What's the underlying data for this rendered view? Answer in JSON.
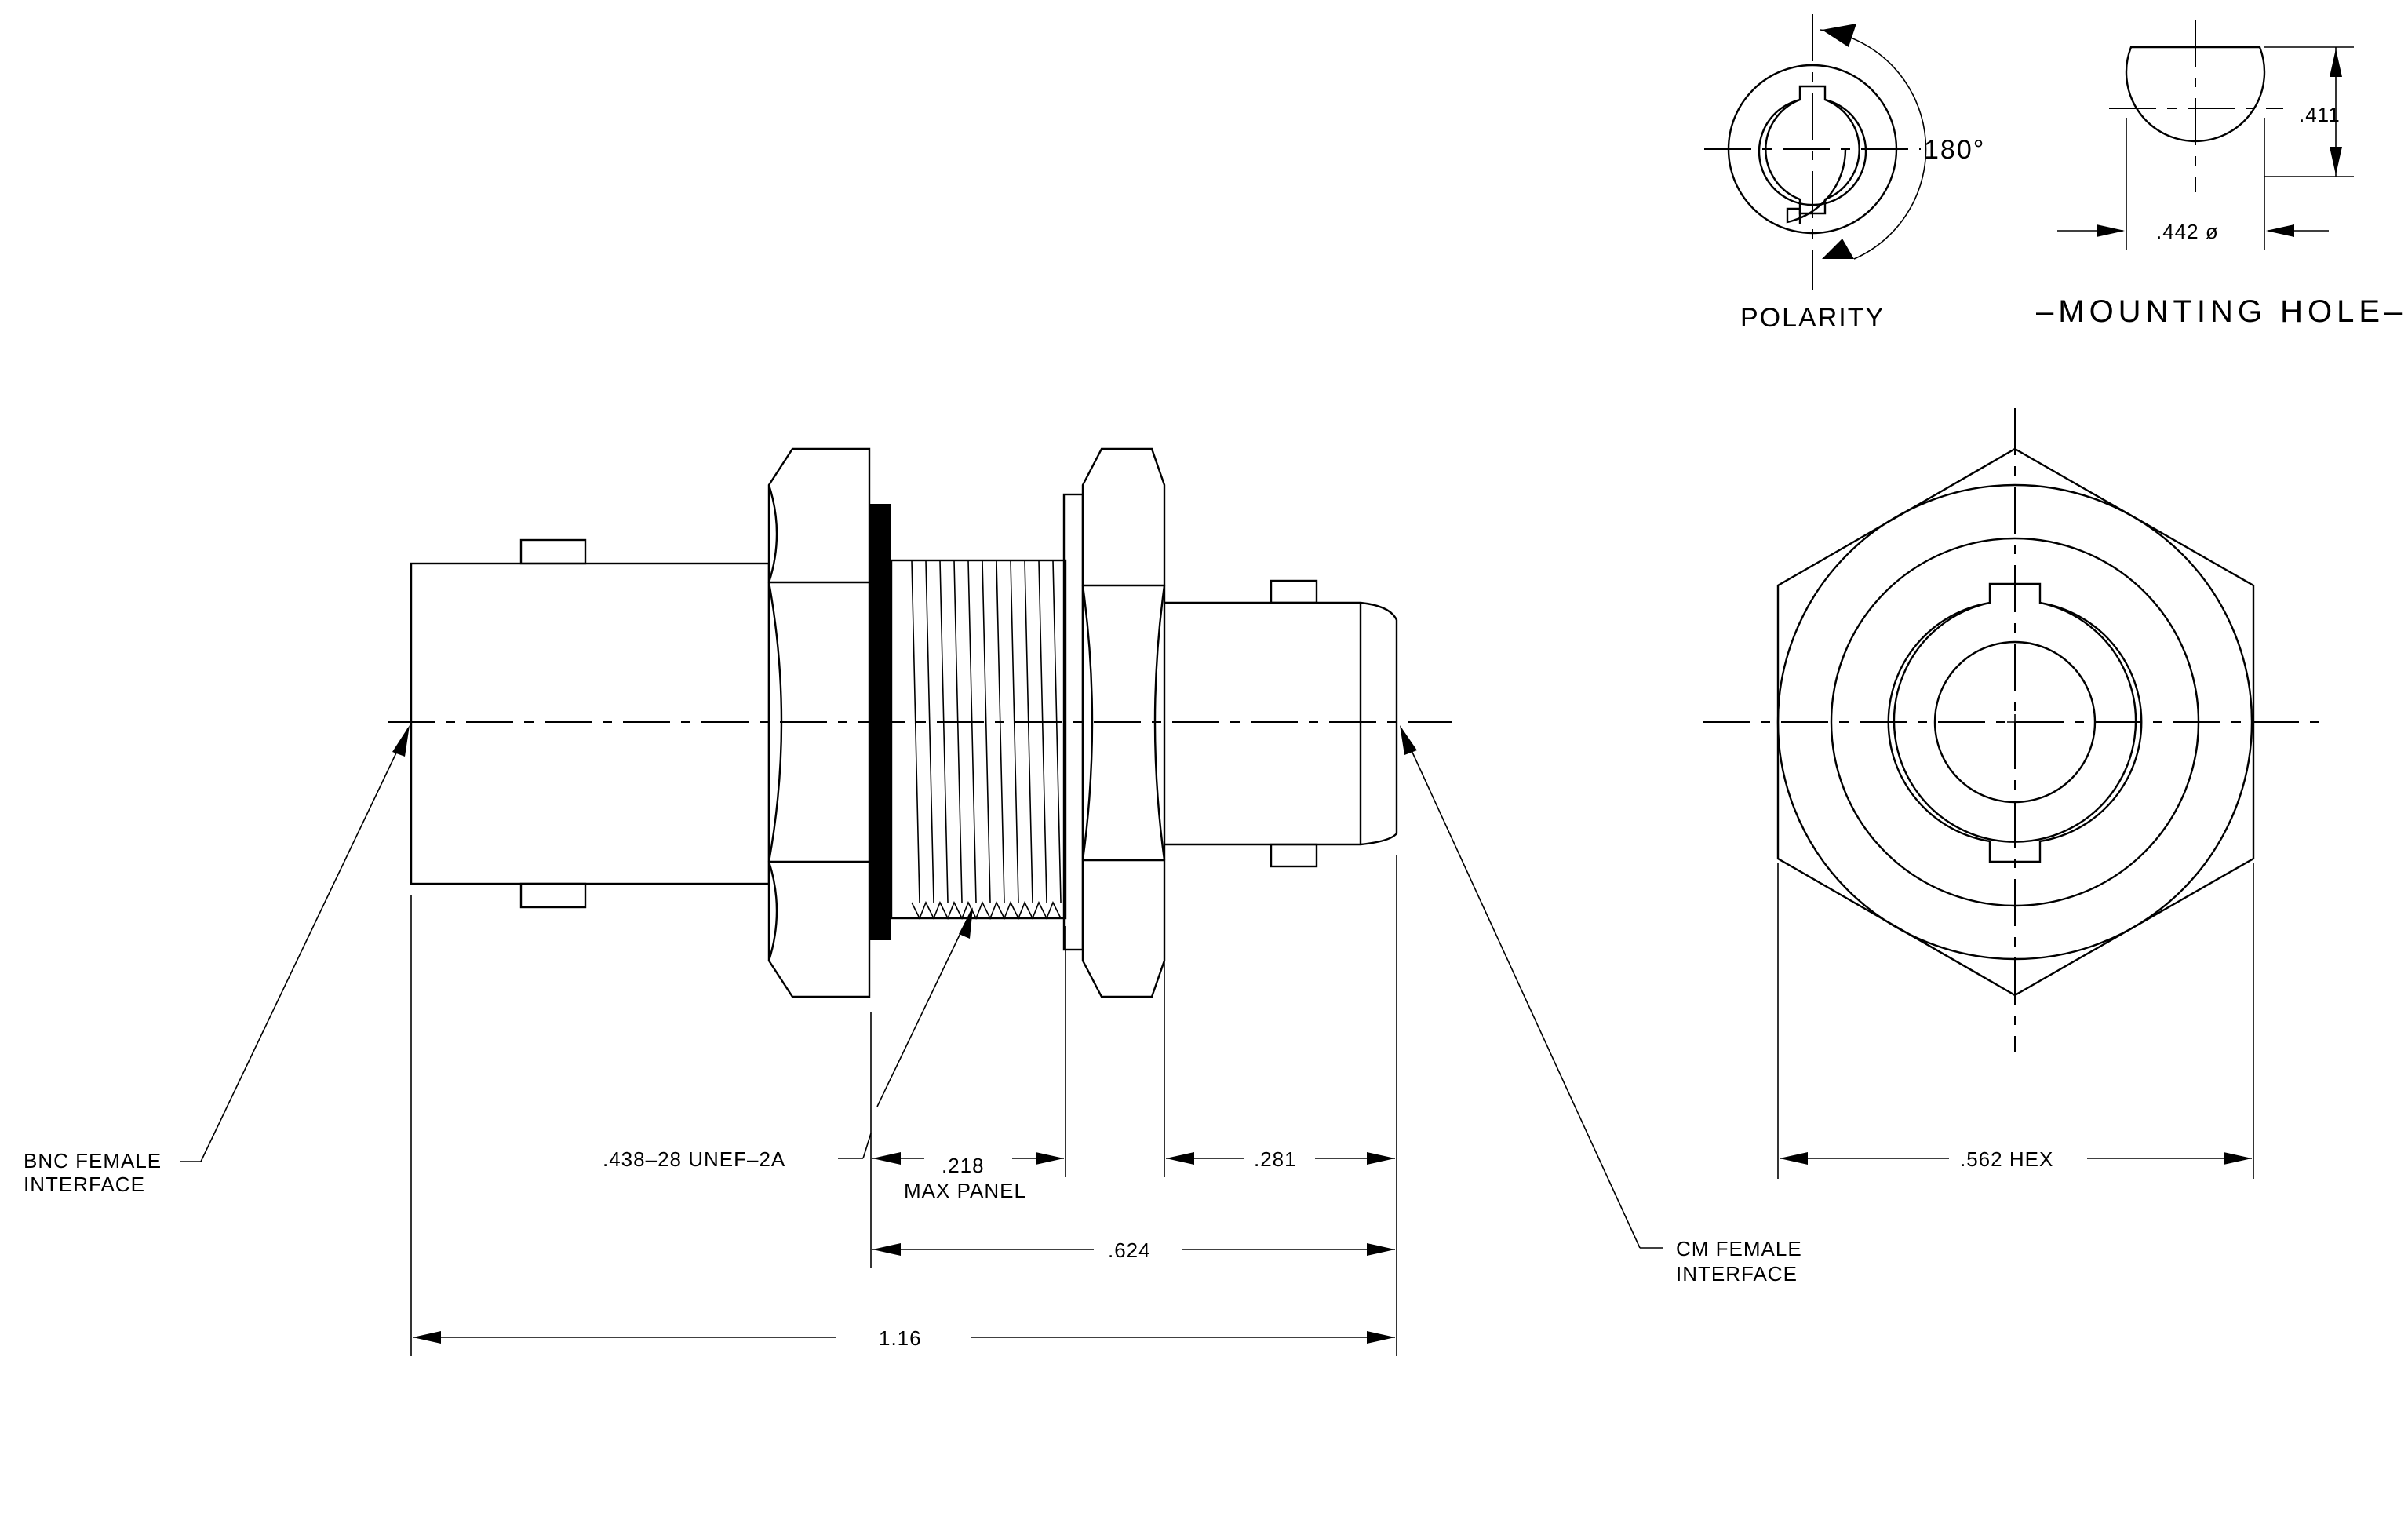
{
  "labels": {
    "polarity": "POLARITY",
    "polarity_angle": "180°",
    "mounting_hole": "–MOUNTING HOLE–",
    "mh_height": ".411",
    "mh_diameter": ".442 ø",
    "bnc_line1": "BNC FEMALE",
    "bnc_line2": "INTERFACE",
    "thread": ".438–28 UNEF–2A",
    "panel_dim": ".218",
    "panel_label": "MAX PANEL",
    "dim_281": ".281",
    "dim_624": ".624",
    "dim_116": "1.16",
    "cm_line1": "CM FEMALE",
    "cm_line2": "INTERFACE",
    "hex": ".562 HEX"
  }
}
